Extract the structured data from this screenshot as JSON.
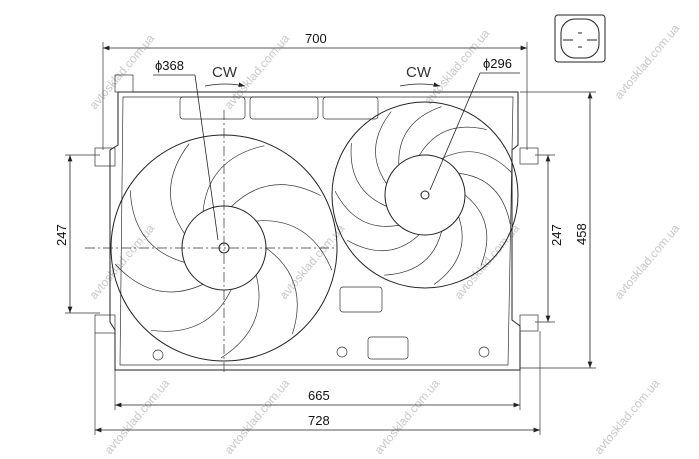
{
  "dimensions": {
    "top_width": "700",
    "inner_width": "665",
    "overall_width": "728",
    "left_height": "247",
    "right_height": "247",
    "overall_height": "458"
  },
  "fans": {
    "left": {
      "diameter": "ϕ368",
      "rotation": "CW",
      "blades": 9
    },
    "right": {
      "diameter": "ϕ296",
      "rotation": "CW",
      "blades": 11
    }
  },
  "watermark": "avtosklad.com.ua"
}
